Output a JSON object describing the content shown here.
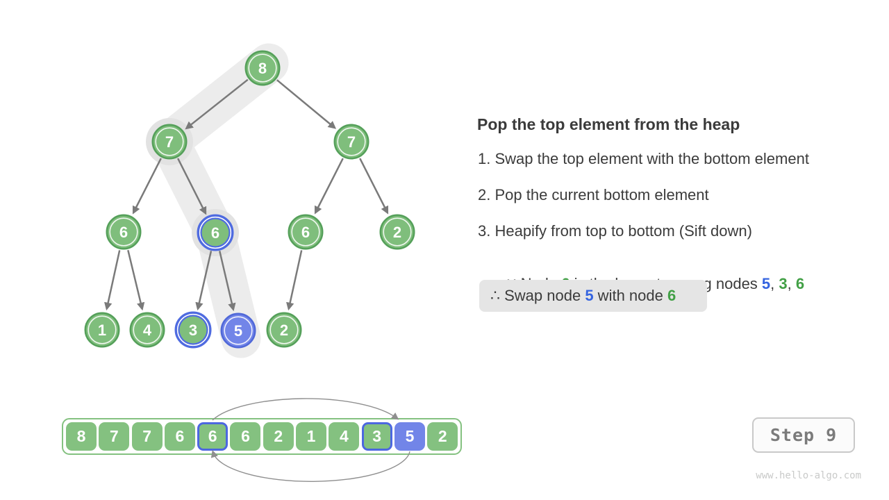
{
  "panel": {
    "title": "Pop the top element from the heap",
    "steps": [
      "1. Swap the top element with the bottom element",
      "2. Pop the current bottom element",
      "3. Heapify from top to bottom (Sift down)"
    ],
    "because": [
      {
        "text": "∵ Node ",
        "color": "plain"
      },
      {
        "text": "6",
        "color": "green"
      },
      {
        "text": " is the largest among nodes ",
        "color": "plain"
      },
      {
        "text": "5",
        "color": "blue"
      },
      {
        "text": ", ",
        "color": "plain"
      },
      {
        "text": "3",
        "color": "green"
      },
      {
        "text": ", ",
        "color": "plain"
      },
      {
        "text": "6",
        "color": "green"
      }
    ],
    "therefore": [
      {
        "text": "∴ Swap node ",
        "color": "plain"
      },
      {
        "text": "5",
        "color": "blue"
      },
      {
        "text": " with node ",
        "color": "plain"
      },
      {
        "text": "6",
        "color": "green"
      }
    ]
  },
  "tree": {
    "nodes": [
      "8",
      "7",
      "7",
      "6",
      "6",
      "6",
      "2",
      "1",
      "4",
      "3",
      "5",
      "2"
    ],
    "edges": [
      [
        0,
        1
      ],
      [
        0,
        2
      ],
      [
        1,
        3
      ],
      [
        1,
        4
      ],
      [
        2,
        5
      ],
      [
        2,
        6
      ],
      [
        3,
        7
      ],
      [
        3,
        8
      ],
      [
        4,
        9
      ],
      [
        4,
        10
      ],
      [
        5,
        11
      ]
    ],
    "sift_down_path_values": [
      "8",
      "7",
      "6",
      "5"
    ],
    "blue_ring_node_indexes": [
      4,
      9
    ],
    "blue_fill_node_index": 10
  },
  "array": {
    "values": [
      "8",
      "7",
      "7",
      "6",
      "6",
      "6",
      "2",
      "1",
      "4",
      "3",
      "5",
      "2"
    ],
    "blue_ring_cell_indexes": [
      4,
      9
    ],
    "blue_fill_cell_index": 10,
    "swap_between_indexes": [
      4,
      10
    ]
  },
  "step_indicator": {
    "label": "Step 9"
  },
  "watermark": "www.hello-algo.com",
  "colors": {
    "node_green_fill": "#7fbe7c",
    "node_green_border": "#55a05a",
    "node_blue_fill": "#7285e8",
    "blue_accent": "#4c67e0",
    "text_green": "#42a046",
    "text_blue": "#3564e0",
    "highlight_swath": "#ececec",
    "highlight_halo": "#e2e2e2",
    "edge_gray": "#7a7a7a",
    "body_text": "#3b3b3b",
    "therefore_bg": "#e5e5e5"
  }
}
